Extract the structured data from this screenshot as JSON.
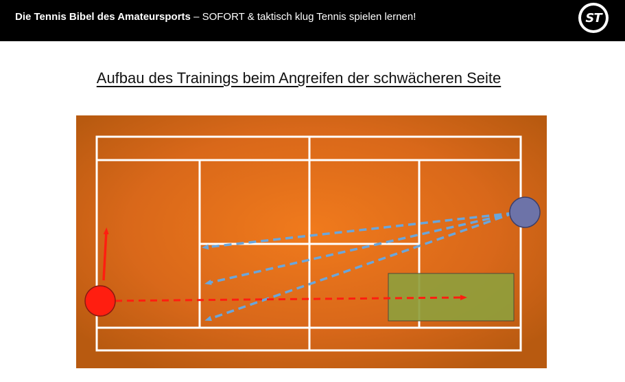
{
  "header": {
    "title_bold": "Die Tennis Bibel des Amateursports",
    "title_rest": " – SOFORT & taktisch klug Tennis spielen lernen!",
    "logo_text": "ST"
  },
  "page": {
    "title": "Aufbau des Trainings beim Angreifen der schwächeren Seite"
  },
  "colors": {
    "court_center": "#f07a1c",
    "court_edge": "#b85a10",
    "lines": "#ffffff",
    "red_player": "#ff1e10",
    "blue_player": "#6d73a8",
    "blue_path": "#6aa6dc",
    "target_zone": "#8f9e3c"
  },
  "diagram": {
    "players": [
      "red-player",
      "blue-player"
    ],
    "paths": [
      "red-movement-arrow",
      "red-shot-path",
      "blue-shot-path-1",
      "blue-shot-path-2",
      "blue-shot-path-3"
    ],
    "target_zone": "target-zone"
  }
}
